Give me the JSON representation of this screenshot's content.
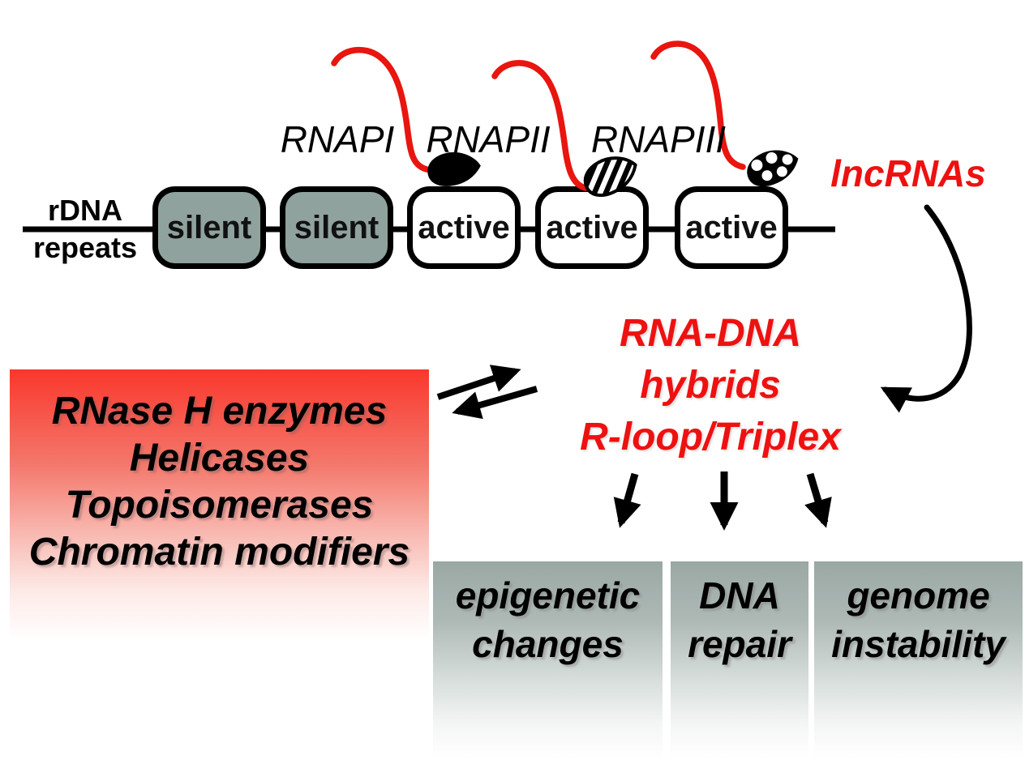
{
  "diagram": {
    "title_hint": "rDNA transcription, lncRNAs and RNA-DNA hybrid outcomes",
    "dna_track": {
      "label_line1": "rDNA",
      "label_line2": "repeats",
      "repeats": [
        {
          "state": "silent"
        },
        {
          "state": "silent"
        },
        {
          "state": "active"
        },
        {
          "state": "active"
        },
        {
          "state": "active"
        }
      ]
    },
    "polymerases": [
      {
        "name": "RNAPI"
      },
      {
        "name": "RNAPII"
      },
      {
        "name": "RNAPIII"
      }
    ],
    "lncrna_label": "lncRNAs",
    "hybrids": {
      "line1": "RNA-DNA",
      "line2": "hybrids",
      "line3": "R-loop/Triplex"
    },
    "regulators": [
      "RNase H enzymes",
      "Helicases",
      "Topoisomerases",
      "Chromatin modifiers"
    ],
    "outcomes": [
      {
        "line1": "epigenetic",
        "line2": "changes"
      },
      {
        "line1": "DNA",
        "line2": "repair"
      },
      {
        "line1": "genome",
        "line2": "instability"
      }
    ],
    "colors": {
      "rna_red_text": "#ee1111",
      "rna_transcript_red": "#e9150f",
      "silent_box_fill": "#8fa29d",
      "active_box_fill": "#ffffff",
      "outcome_box_top": "#9aa8a4",
      "regulator_panel_top": "#fa372c",
      "line_and_arrow_black": "#000000"
    }
  }
}
